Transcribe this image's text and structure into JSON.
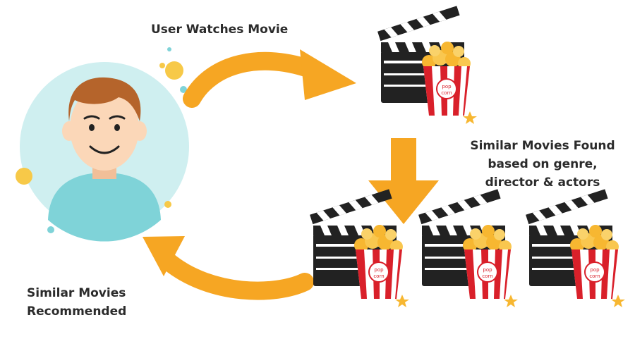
{
  "labels": {
    "user_watches": "User Watches Movie",
    "similar_found": [
      "Similar Movies Found",
      "based on genre,",
      "director & actors"
    ],
    "similar_recommended": [
      "Similar Movies",
      "Recommended"
    ]
  },
  "popcorn_text": [
    "pop",
    "corn"
  ],
  "colors": {
    "arrow_orange": "#f6a623",
    "circle_bg": "#cfeff0",
    "skin": "#fbd7b8",
    "hair": "#b5642b",
    "shirt": "#7fd3d8",
    "popcorn_red": "#d9202a",
    "popcorn_kernel": "#f7b731",
    "clapper_dark": "#222222"
  }
}
